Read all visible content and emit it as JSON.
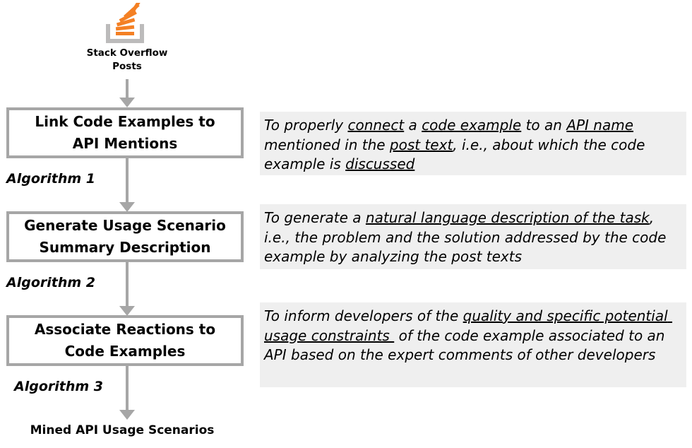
{
  "source": {
    "logo_icon": "stack-overflow-logo",
    "label_line1": "Stack Overflow",
    "label_line2": "Posts"
  },
  "steps": [
    {
      "title_line1": "Link Code Examples to",
      "title_line2": "API Mentions",
      "algorithm": "Algorithm 1",
      "description": [
        {
          "t": "To properly ",
          "u": false
        },
        {
          "t": "connect",
          "u": true
        },
        {
          "t": " a ",
          "u": false
        },
        {
          "t": "code example",
          "u": true
        },
        {
          "t": " to an ",
          "u": false
        },
        {
          "t": "API name",
          "u": true
        },
        {
          "t": " mentioned in the ",
          "u": false
        },
        {
          "t": "post text",
          "u": true
        },
        {
          "t": ", i.e., about which the code example is ",
          "u": false
        },
        {
          "t": "discussed",
          "u": true
        }
      ]
    },
    {
      "title_line1": "Generate Usage Scenario",
      "title_line2": "Summary Description",
      "algorithm": "Algorithm 2",
      "description": [
        {
          "t": "To generate a ",
          "u": false
        },
        {
          "t": "natural language description of the task",
          "u": true
        },
        {
          "t": ", i.e., the problem and the solution addressed by the code example by analyzing the post texts",
          "u": false
        }
      ]
    },
    {
      "title_line1": "Associate Reactions to",
      "title_line2": "Code Examples",
      "algorithm": "Algorithm 3",
      "description": [
        {
          "t": "To inform developers of the ",
          "u": false
        },
        {
          "t": "quality and specific potential usage constraints ",
          "u": true
        },
        {
          "t": " of the code example associated to an API based on the expert comments of other developers",
          "u": false
        }
      ]
    }
  ],
  "output": {
    "label": "Mined API Usage Scenarios"
  },
  "colors": {
    "box_border": "#a6a6a6",
    "arrow": "#a6a6a6",
    "description_bg": "#efefef",
    "logo_orange": "#f48024",
    "logo_tray": "#bcbbbb"
  }
}
